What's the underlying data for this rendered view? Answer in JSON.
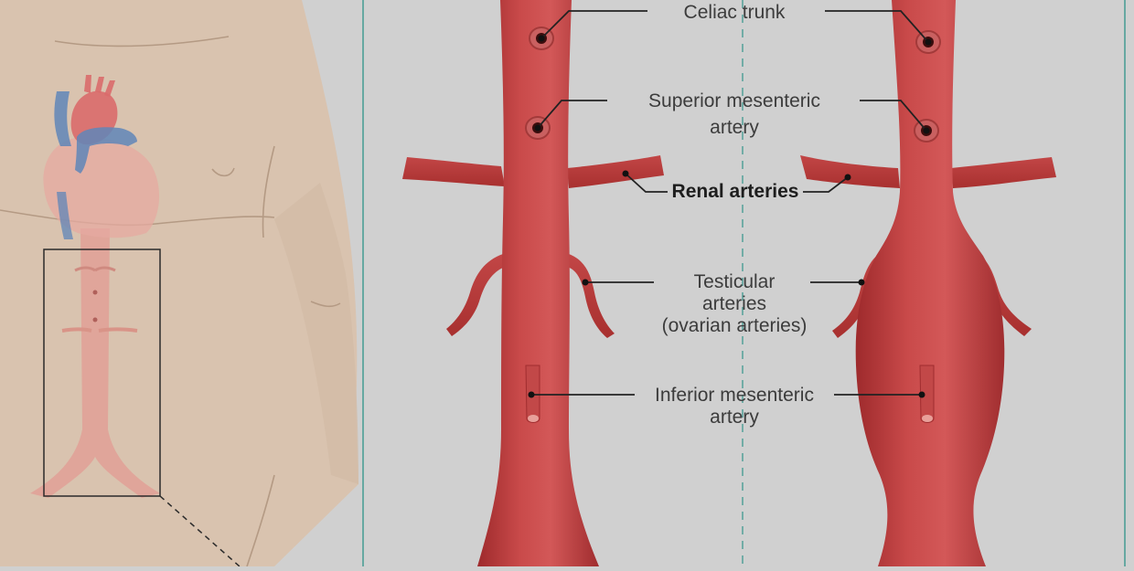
{
  "labels": {
    "celiac": [
      "Celiac trunk"
    ],
    "superior_mesenteric": [
      "Superior mesenteric",
      "artery"
    ],
    "renal": [
      "Renal arteries"
    ],
    "testicular": [
      "Testicular",
      "arteries",
      "(ovarian arteries)"
    ],
    "inferior_mesenteric": [
      "Inferior mesenteric",
      "artery"
    ]
  },
  "colors": {
    "background": "#d0d0d0",
    "skin": "#d9c3af",
    "artery": "#b8383a",
    "artery_light": "#d86b6b",
    "vein": "#5f86b8",
    "aorta_faded": "#e0a59a",
    "panel_line": "#5aa39c",
    "leader_line": "#222222"
  }
}
